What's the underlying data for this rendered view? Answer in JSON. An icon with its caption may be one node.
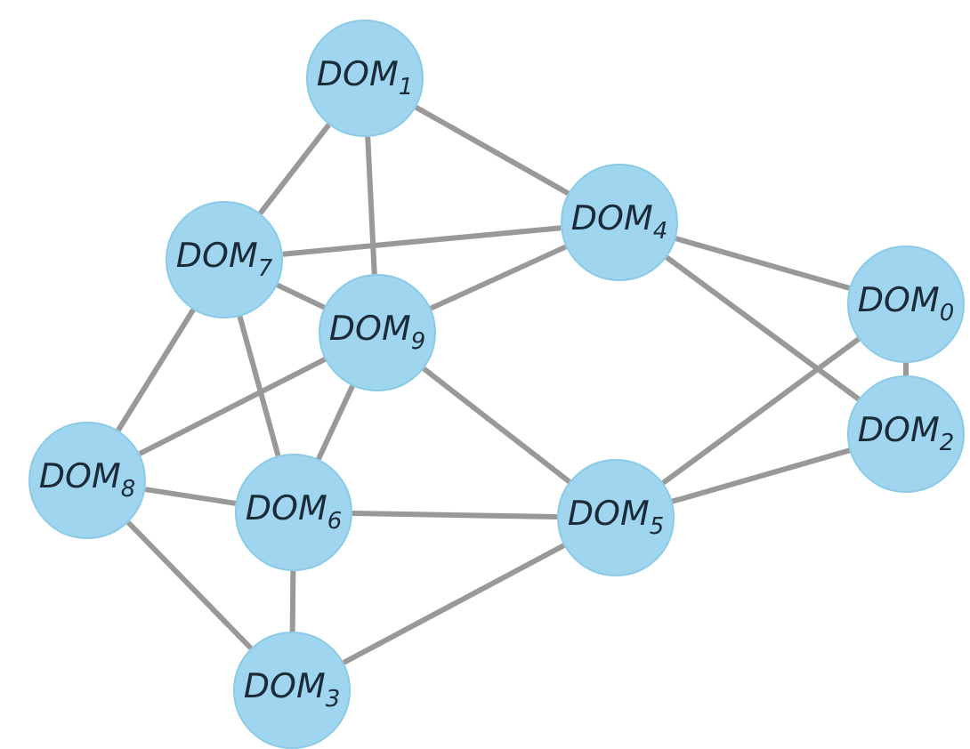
{
  "diagram": {
    "nodes": [
      {
        "text": [
          "DOM$_{1}$"
        ]
      },
      {
        "text": [
          "DOM$_{4}$"
        ]
      },
      {
        "text": [
          "DOM$_{7}$"
        ]
      },
      {
        "text": [
          "DOM$_{0}$"
        ]
      },
      {
        "text": [
          "DOM$_{9}$"
        ]
      },
      {
        "text": [
          "DOM$_{2}$"
        ]
      },
      {
        "text": [
          "DOM$_{8}$"
        ]
      },
      {
        "text": [
          "DOM$_{6}$"
        ]
      },
      {
        "text": [
          "DOM$_{5}$"
        ]
      },
      {
        "text": [
          "DOM$_{3}$"
        ]
      }
    ],
    "edges": [
      {
        "from": 0,
        "to": 2,
        "arrow": "none"
      },
      {
        "from": 0,
        "to": 4,
        "arrow": "none"
      },
      {
        "from": 0,
        "to": 1,
        "arrow": "none"
      },
      {
        "from": 2,
        "to": 1,
        "arrow": "none"
      },
      {
        "from": 2,
        "to": 4,
        "arrow": "none"
      },
      {
        "from": 2,
        "to": 6,
        "arrow": "none"
      },
      {
        "from": 2,
        "to": 7,
        "arrow": "none"
      },
      {
        "from": 1,
        "to": 4,
        "arrow": "none"
      },
      {
        "from": 1,
        "to": 3,
        "arrow": "none"
      },
      {
        "from": 1,
        "to": 5,
        "arrow": "none"
      },
      {
        "from": 3,
        "to": 5,
        "arrow": "none"
      },
      {
        "from": 3,
        "to": 8,
        "arrow": "none"
      },
      {
        "from": 4,
        "to": 6,
        "arrow": "none"
      },
      {
        "from": 4,
        "to": 7,
        "arrow": "none"
      },
      {
        "from": 4,
        "to": 8,
        "arrow": "none"
      },
      {
        "from": 6,
        "to": 7,
        "arrow": "none"
      },
      {
        "from": 6,
        "to": 9,
        "arrow": "none"
      },
      {
        "from": 7,
        "to": 8,
        "arrow": "none"
      },
      {
        "from": 7,
        "to": 9,
        "arrow": "none"
      },
      {
        "from": 8,
        "to": 5,
        "arrow": "none"
      },
      {
        "from": 8,
        "to": 9,
        "arrow": "none"
      }
    ]
  }
}
